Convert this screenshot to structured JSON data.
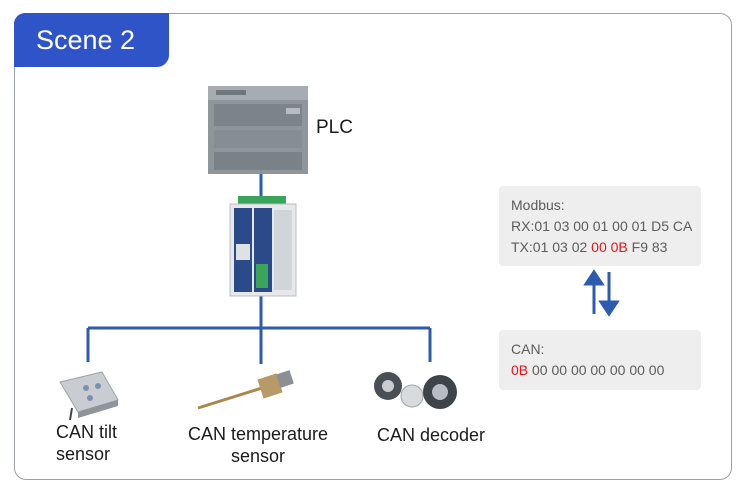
{
  "scene_tag": "Scene 2",
  "plc_label": "PLC",
  "devices": [
    {
      "line1": "CAN tilt",
      "line2": "sensor"
    },
    {
      "line1": "CAN temperature",
      "line2": "sensor"
    },
    {
      "line1": "CAN decoder",
      "line2": ""
    }
  ],
  "modbus": {
    "title": "Modbus:",
    "rx": "RX:01 03 00 01 00 01 D5 CA",
    "tx_prefix": "TX:01 03 02 ",
    "tx_highlight": "00 0B",
    "tx_suffix": " F9 83"
  },
  "can": {
    "title": "CAN:",
    "highlight": "0B",
    "rest": " 00 00 00 00 00 00 00"
  },
  "colors": {
    "accent": "#2e54c8",
    "highlight": "#e0161b",
    "line": "#2d5bb0"
  }
}
